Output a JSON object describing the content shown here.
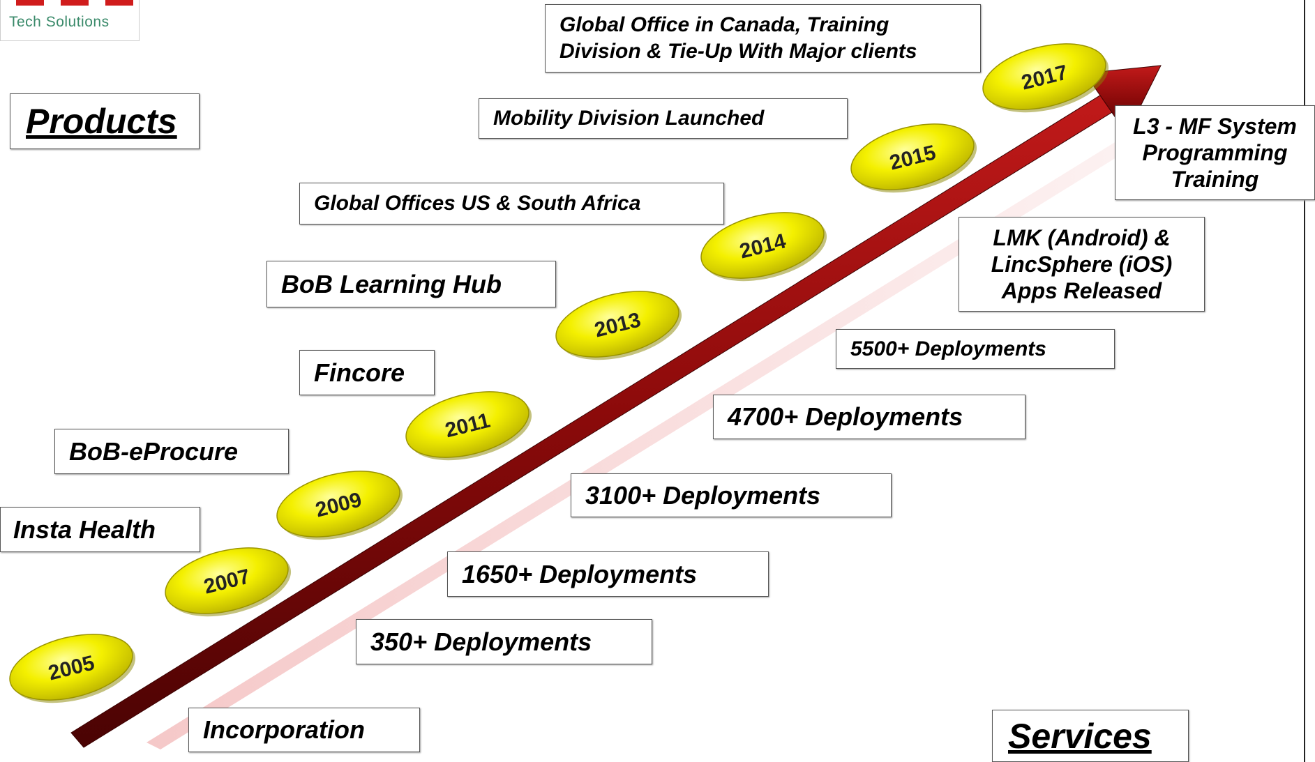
{
  "logo": {
    "tagline": "Tech Solutions"
  },
  "sections": {
    "products": "Products",
    "services": "Services"
  },
  "years": [
    "2005",
    "2007",
    "2009",
    "2011",
    "2013",
    "2014",
    "2015",
    "2017"
  ],
  "products": {
    "insta_health": "Insta Health",
    "bob_eprocure": "BoB-eProcure",
    "fincore": "Fincore",
    "bob_learning_hub": "BoB Learning Hub",
    "global_offices": "Global Offices  US & South Africa",
    "mobility": "Mobility Division Launched",
    "canada_line1": "Global Office in Canada, Training",
    "canada_line2": "Division  & Tie-Up With Major clients"
  },
  "services": {
    "incorporation": "Incorporation",
    "d350": "350+ Deployments",
    "d1650": "1650+ Deployments",
    "d3100": "3100+ Deployments",
    "d4700": "4700+ Deployments",
    "d5500": "5500+ Deployments",
    "apps_line1": "LMK (Android) &",
    "apps_line2": "LincSphere (iOS)",
    "apps_line3": "Apps Released",
    "l3_line1": "L3  - MF System",
    "l3_line2": "Programming",
    "l3_line3": "Training"
  },
  "colors": {
    "arrow": "#8b0a0a",
    "ellipse": "#f2ee00",
    "logo_red": "#d01c1c",
    "logo_text": "#3a8a6a"
  }
}
